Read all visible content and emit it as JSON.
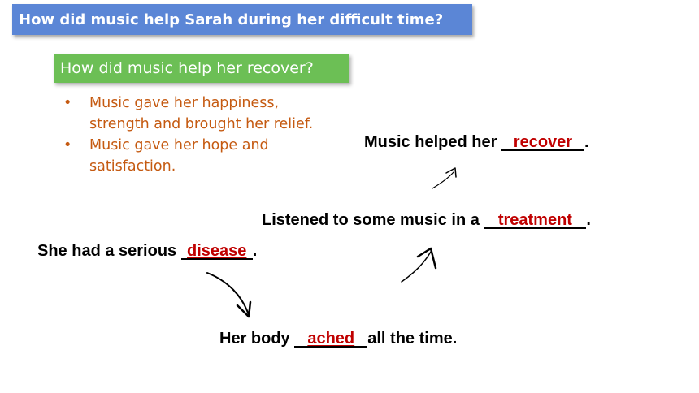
{
  "title": "How did music help Sarah during her difficult time?",
  "subtitle": "How did music help her recover?",
  "bullets": [
    {
      "marker": "•",
      "text": "Music gave her happiness, strength and brought her relief."
    },
    {
      "marker": "•",
      "text": "Music gave her hope and satisfaction."
    }
  ],
  "sentences": {
    "recover": {
      "before": "Music helped her ",
      "answer": "recover",
      "after": "."
    },
    "treatment": {
      "before": "Listened to some music in a ",
      "answer": "treatment",
      "after": "."
    },
    "disease": {
      "before": "She had a serious ",
      "answer": "disease",
      "after": "."
    },
    "ached": {
      "before": "Her body ",
      "answer": "ached",
      "after": "all the time."
    }
  },
  "colors": {
    "title_bg": "#5b86d6",
    "subtitle_bg": "#6cbf55",
    "bullet_text": "#c55a11",
    "answer": "#c00000"
  }
}
